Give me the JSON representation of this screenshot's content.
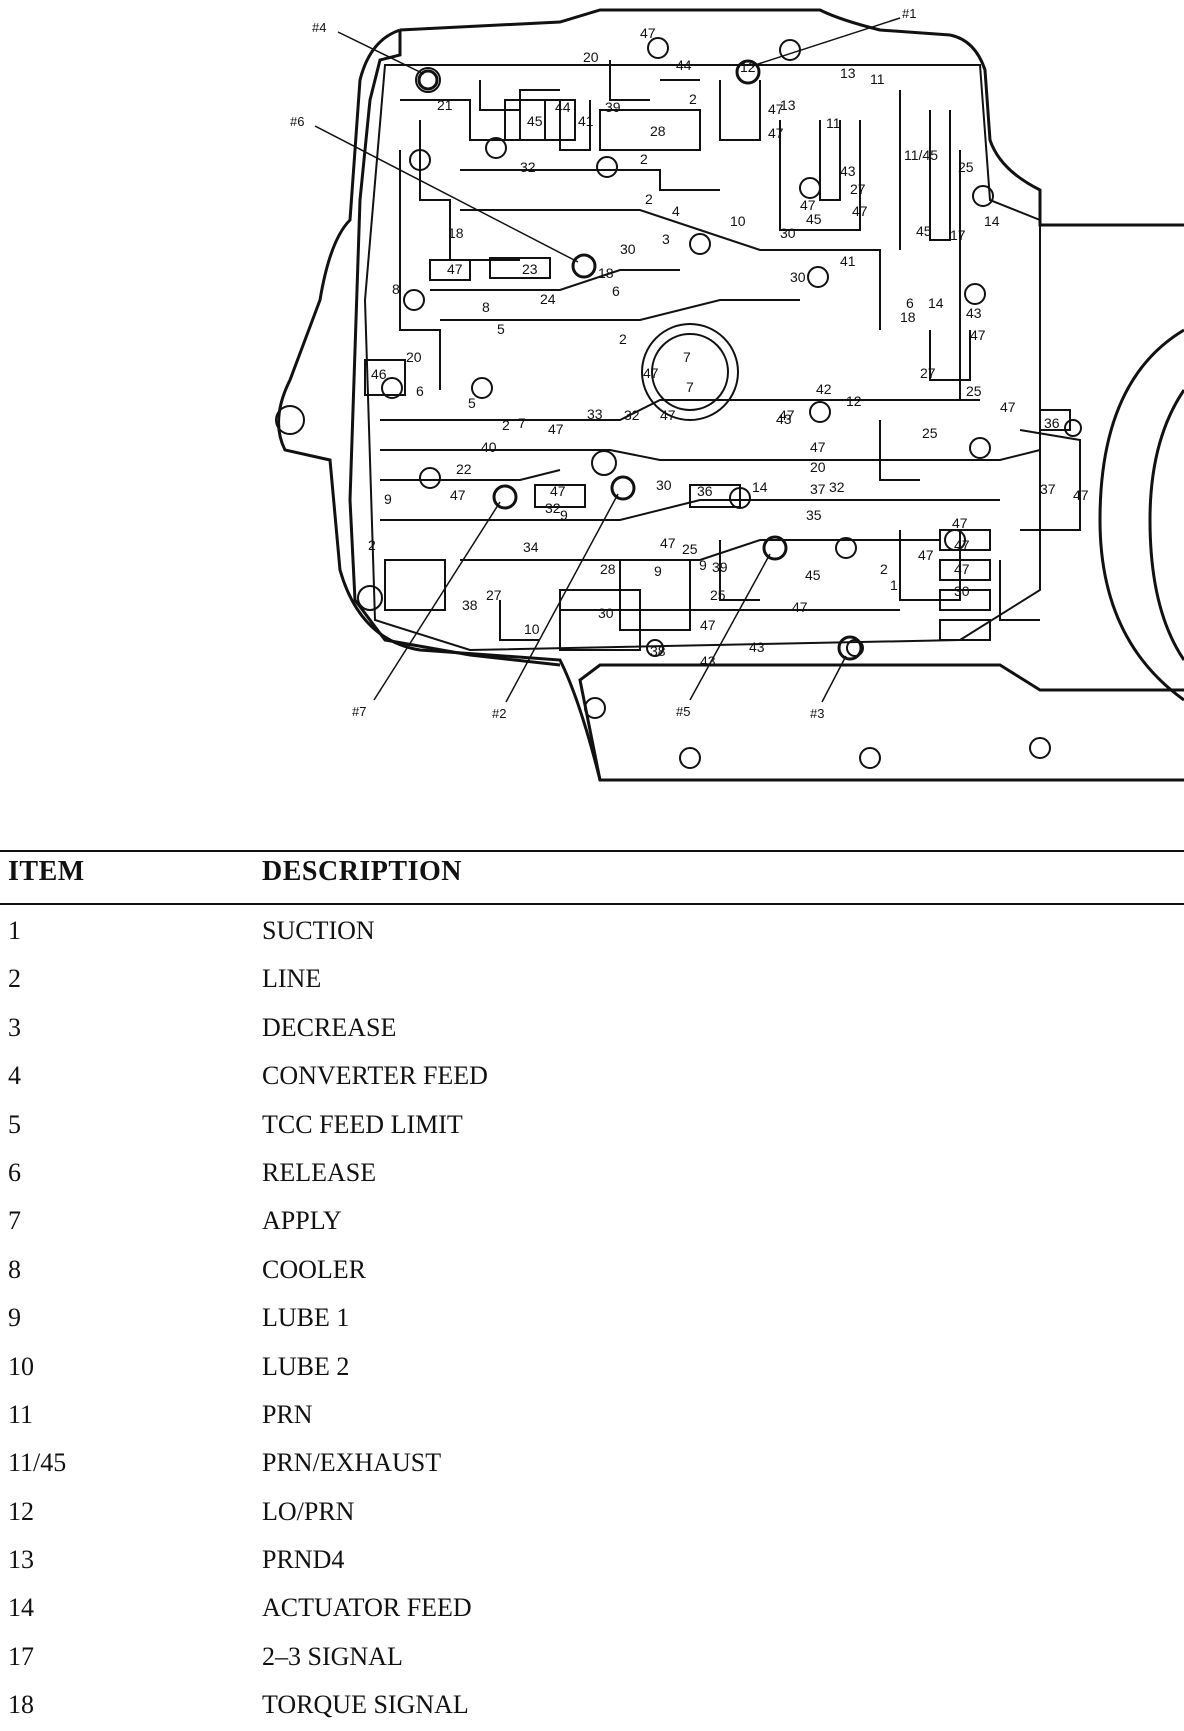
{
  "diagram": {
    "callouts": [
      "#1",
      "#2",
      "#3",
      "#4",
      "#5",
      "#6",
      "#7"
    ],
    "passage_numbers": [
      "47",
      "20",
      "44",
      "12",
      "13",
      "11",
      "21",
      "45",
      "44",
      "39",
      "41",
      "2",
      "28",
      "47",
      "47",
      "13",
      "11",
      "11/45",
      "25",
      "32",
      "2",
      "43",
      "27",
      "2",
      "4",
      "47",
      "45",
      "47",
      "10",
      "30",
      "30",
      "3",
      "18",
      "18",
      "47",
      "23",
      "30",
      "41",
      "45",
      "17",
      "14",
      "8",
      "6",
      "8",
      "24",
      "6",
      "14",
      "43",
      "5",
      "18",
      "47",
      "20",
      "7",
      "7",
      "2",
      "47",
      "27",
      "42",
      "12",
      "47",
      "46",
      "6",
      "5",
      "2",
      "7",
      "47",
      "33",
      "32",
      "47",
      "43",
      "25",
      "47",
      "25",
      "36",
      "40",
      "47",
      "22",
      "30",
      "47",
      "36",
      "14",
      "20",
      "47",
      "32",
      "32",
      "37",
      "37",
      "47",
      "9",
      "9",
      "35",
      "9",
      "2",
      "2",
      "34",
      "47",
      "25",
      "47",
      "47",
      "47",
      "47",
      "30",
      "28",
      "9",
      "39",
      "45",
      "1",
      "30",
      "38",
      "27",
      "25",
      "47",
      "10",
      "47",
      "38",
      "43",
      "43"
    ]
  },
  "legend": {
    "header_item": "ITEM",
    "header_description": "DESCRIPTION",
    "rows": [
      {
        "item": "1",
        "description": "SUCTION"
      },
      {
        "item": "2",
        "description": "LINE"
      },
      {
        "item": "3",
        "description": "DECREASE"
      },
      {
        "item": "4",
        "description": "CONVERTER FEED"
      },
      {
        "item": "5",
        "description": "TCC FEED LIMIT"
      },
      {
        "item": "6",
        "description": "RELEASE"
      },
      {
        "item": "7",
        "description": "APPLY"
      },
      {
        "item": "8",
        "description": "COOLER"
      },
      {
        "item": "9",
        "description": "LUBE 1"
      },
      {
        "item": "10",
        "description": "LUBE 2"
      },
      {
        "item": "11",
        "description": "PRN"
      },
      {
        "item": "11/45",
        "description": "PRN/EXHAUST"
      },
      {
        "item": "12",
        "description": "LO/PRN"
      },
      {
        "item": "13",
        "description": "PRND4"
      },
      {
        "item": "14",
        "description": "ACTUATOR FEED"
      },
      {
        "item": "17",
        "description": "2–3 SIGNAL"
      },
      {
        "item": "18",
        "description": "TORQUE SIGNAL"
      }
    ]
  }
}
